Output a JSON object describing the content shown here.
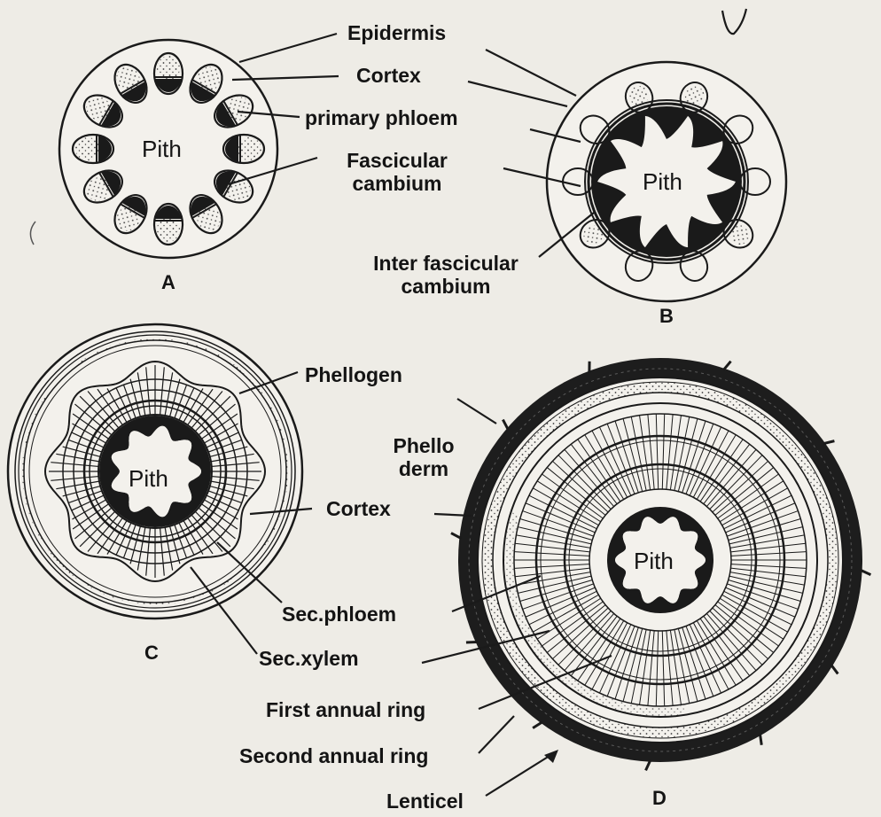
{
  "diagram_a": {
    "letter": "A",
    "pith": "Pith",
    "labels": {
      "epidermis": "Epidermis",
      "cortex": "Cortex",
      "primary_phloem": "primary phloem",
      "fascicular_cambium_line1": "Fascicular",
      "fascicular_cambium_line2": "cambium"
    }
  },
  "diagram_b": {
    "letter": "B",
    "pith": "Pith",
    "labels": {
      "inter_fascicular_line1": "Inter fascicular",
      "inter_fascicular_line2": "cambium"
    }
  },
  "diagram_c": {
    "letter": "C",
    "pith": "Pith",
    "labels": {
      "phellogen": "Phellogen",
      "cortex": "Cortex",
      "sec_phloem": "Sec.phloem",
      "sec_xylem": "Sec.xylem"
    }
  },
  "diagram_d": {
    "letter": "D",
    "pith": "Pith",
    "labels": {
      "phelloderm_line1": "Phello",
      "phelloderm_line2": "derm",
      "first_annual_ring": "First annual ring",
      "second_annual_ring": "Second annual ring",
      "lenticel": "Lenticel"
    }
  }
}
